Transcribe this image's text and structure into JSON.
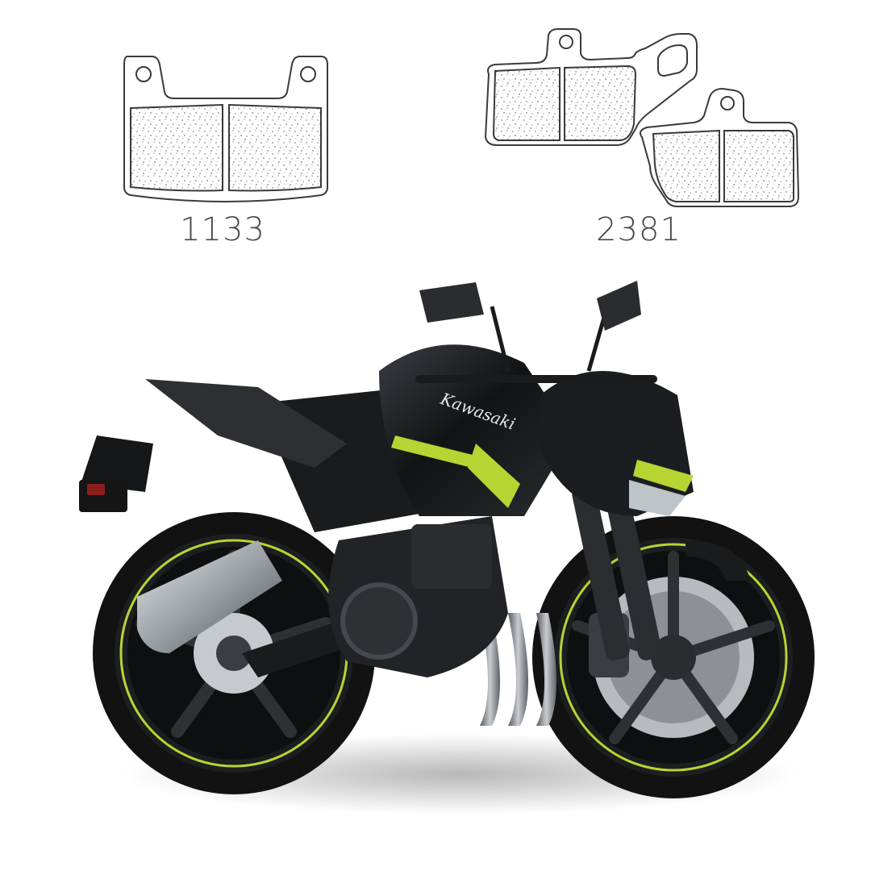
{
  "brake_pads": [
    {
      "code": "1133",
      "icon": "front-brake-pad-icon"
    },
    {
      "code": "2381",
      "icon": "rear-brake-pad-pair-icon"
    }
  ],
  "motorcycle": {
    "brand_decal": "Kawasaki",
    "icon": "naked-sport-motorcycle-image",
    "colors": {
      "body": "#1a1b1d",
      "accent": "#b8d433",
      "metal": "#8d9196",
      "tire": "#111111"
    }
  }
}
